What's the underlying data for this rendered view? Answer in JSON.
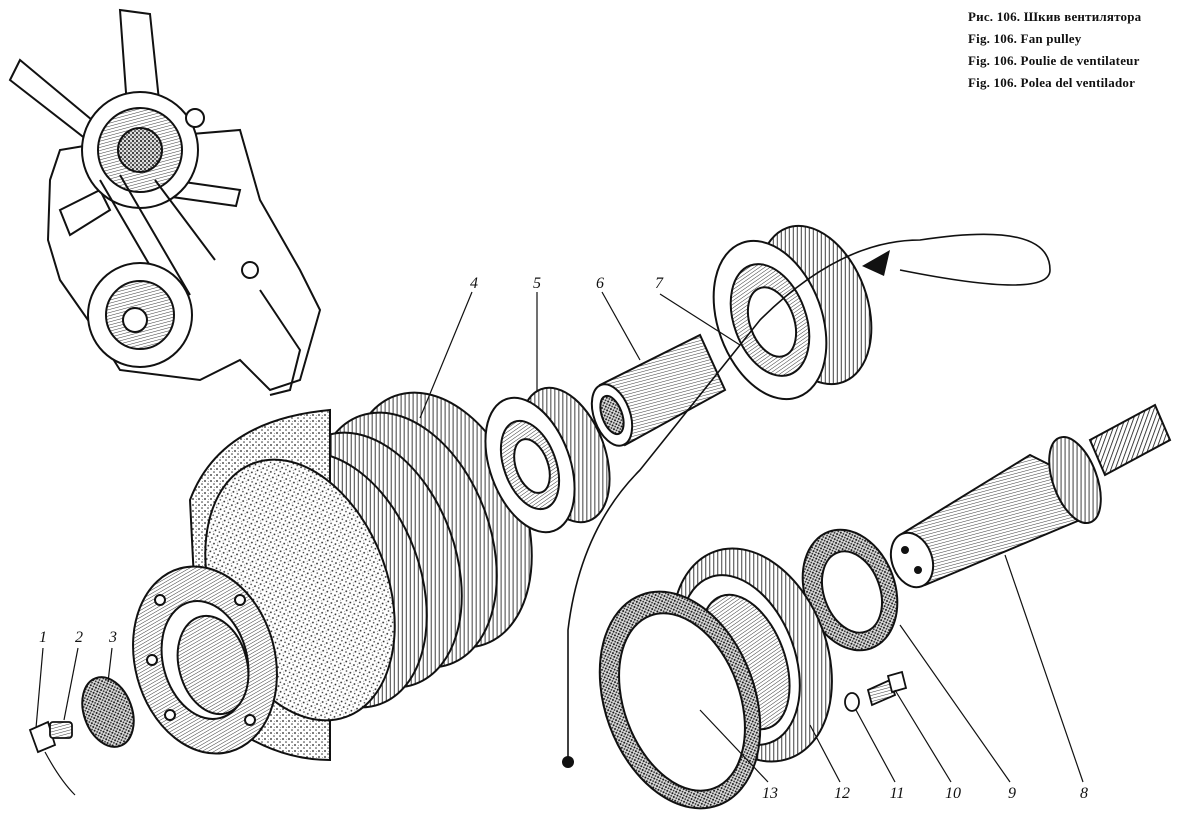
{
  "caption": {
    "ru": "Рис. 106. Шкив вентилятора",
    "en": "Fig. 106. Fan pulley",
    "fr": "Fig. 106. Poulie de ventilateur",
    "es": "Fig. 106. Polea del ventilador"
  },
  "parts": [
    {
      "id": "part-1",
      "label": "1"
    },
    {
      "id": "part-2",
      "label": "2"
    },
    {
      "id": "part-3",
      "label": "3"
    },
    {
      "id": "part-4",
      "label": "4"
    },
    {
      "id": "part-5",
      "label": "5"
    },
    {
      "id": "part-6",
      "label": "6"
    },
    {
      "id": "part-7",
      "label": "7"
    },
    {
      "id": "part-8",
      "label": "8"
    },
    {
      "id": "part-9",
      "label": "9"
    },
    {
      "id": "part-10",
      "label": "10"
    },
    {
      "id": "part-11",
      "label": "11"
    },
    {
      "id": "part-12",
      "label": "12"
    },
    {
      "id": "part-13",
      "label": "13"
    }
  ],
  "colors": {
    "ink": "#111111",
    "paper": "#ffffff",
    "shade": "#555555"
  }
}
